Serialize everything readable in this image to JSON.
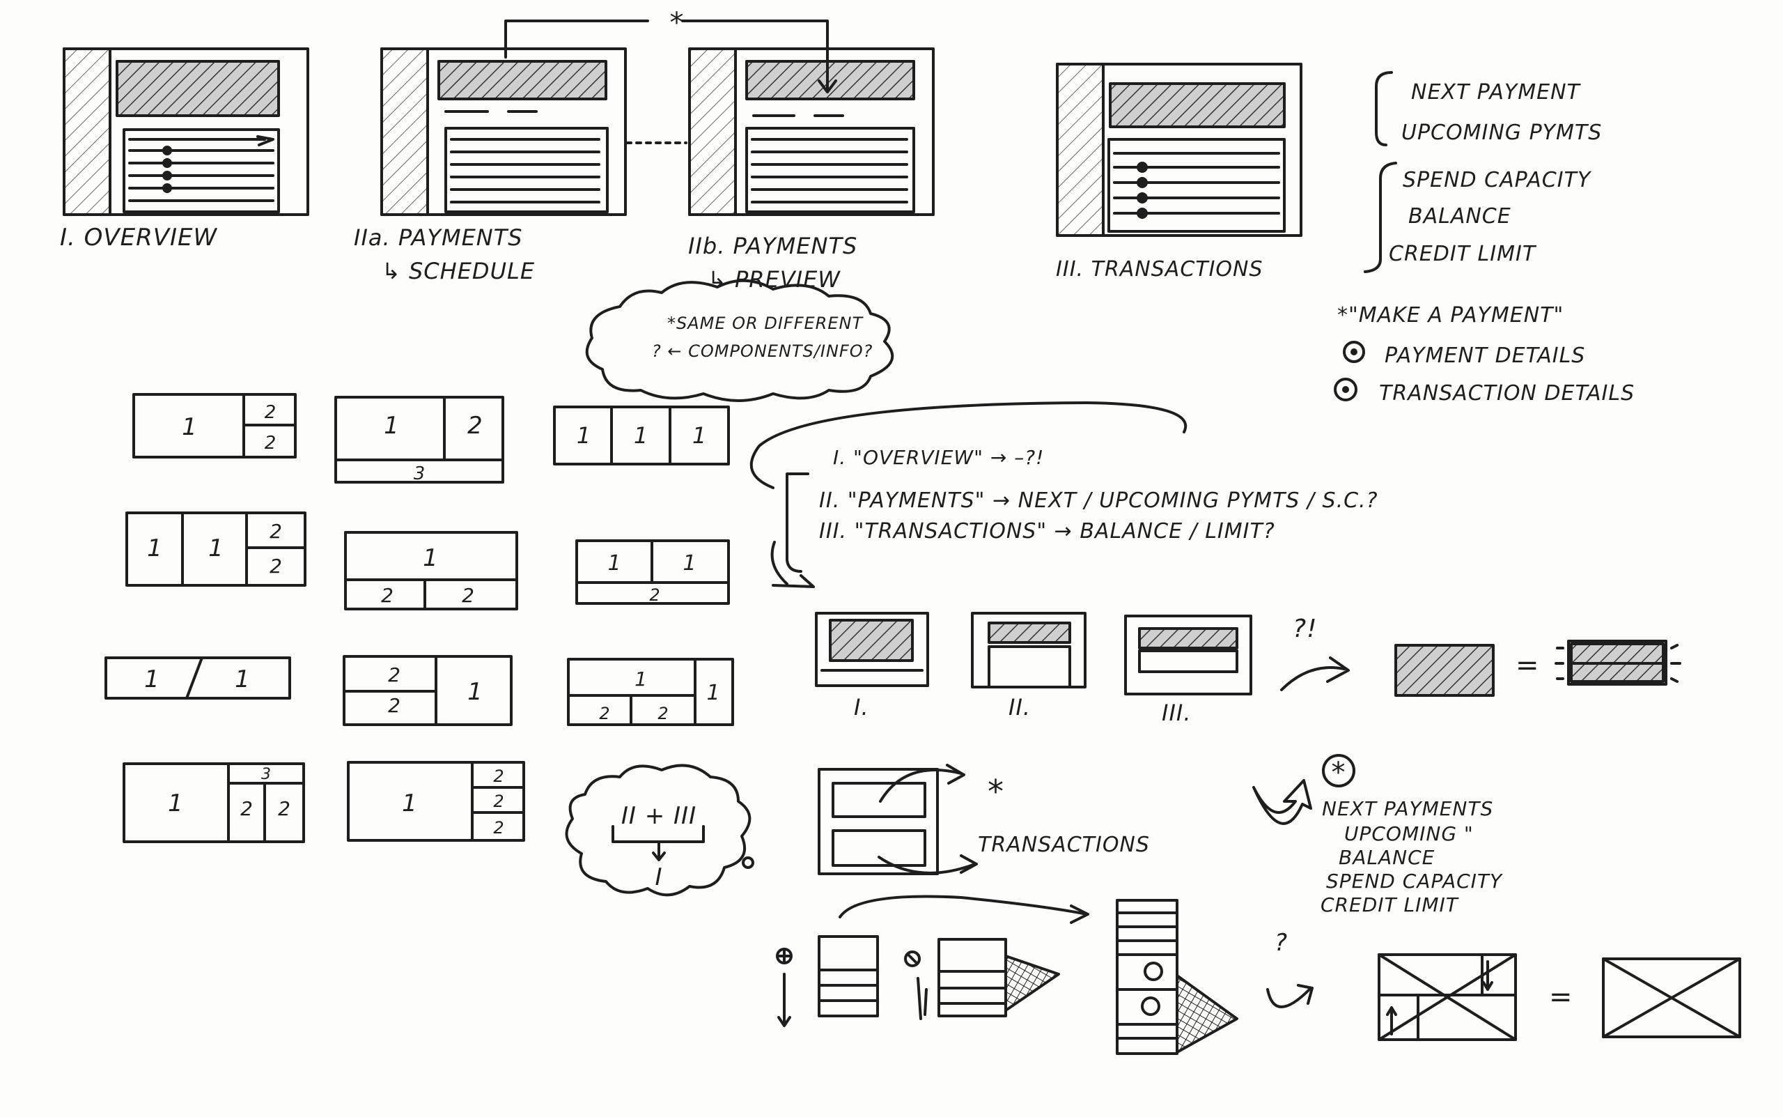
{
  "screens": {
    "overview": "I. OVERVIEW",
    "payments_schedule_1": "IIa. PAYMENTS",
    "payments_schedule_2": "↳ SCHEDULE",
    "payments_preview_1": "IIb. PAYMENTS",
    "payments_preview_2": "↳ PREVIEW",
    "transactions": "III. TRANSACTIONS",
    "connector_star": "*"
  },
  "info_list": {
    "items": [
      "NEXT PAYMENT",
      "UPCOMING PYMTS",
      "SPEND CAPACITY",
      "BALANCE",
      "CREDIT LIMIT"
    ]
  },
  "cloud_question": {
    "line1": "*SAME OR DIFFERENT",
    "line2": "? ← COMPONENTS/INFO?"
  },
  "legend": {
    "make_payment": "*\"MAKE A PAYMENT\"",
    "payment_details": "PAYMENT DETAILS",
    "transaction_details": "TRANSACTION DETAILS"
  },
  "layout_grid": {
    "r1c1": [
      "1",
      "2",
      "2"
    ],
    "r1c2": [
      "1",
      "2",
      "3"
    ],
    "r1c3": [
      "1",
      "1",
      "1"
    ],
    "r2c1": [
      "1",
      "1",
      "2",
      "2"
    ],
    "r2c2": [
      "1",
      "2",
      "2"
    ],
    "r2c3": [
      "1",
      "1",
      "2"
    ],
    "r3c1": [
      "1",
      "1"
    ],
    "r3c2": [
      "2",
      "2",
      "1"
    ],
    "r3c3": [
      "1",
      "1",
      "2",
      "2"
    ],
    "r4c1": [
      "1",
      "3",
      "2",
      "2"
    ],
    "r4c2": [
      "1",
      "2",
      "2",
      "2"
    ]
  },
  "mapping": {
    "line1": "I. \"OVERVIEW\" → –?!",
    "line2": "II. \"PAYMENTS\" → NEXT / UPCOMING PYMTS / S.C.?",
    "line3": "III. \"TRANSACTIONS\" → BALANCE / LIMIT?"
  },
  "headers_row": {
    "label_1": "I.",
    "label_2": "II.",
    "label_3": "III.",
    "question": "?!",
    "equals": "="
  },
  "cloud_merge": {
    "top": "II + III",
    "bottom": "I"
  },
  "transactions_note": {
    "star": "*",
    "label": "TRANSACTIONS"
  },
  "star_list": {
    "items": [
      "NEXT PAYMENTS",
      "UPCOMING \"",
      "BALANCE",
      "SPEND CAPACITY",
      "CREDIT LIMIT"
    ]
  },
  "bottom_row": {
    "question": "?",
    "equals": "="
  }
}
